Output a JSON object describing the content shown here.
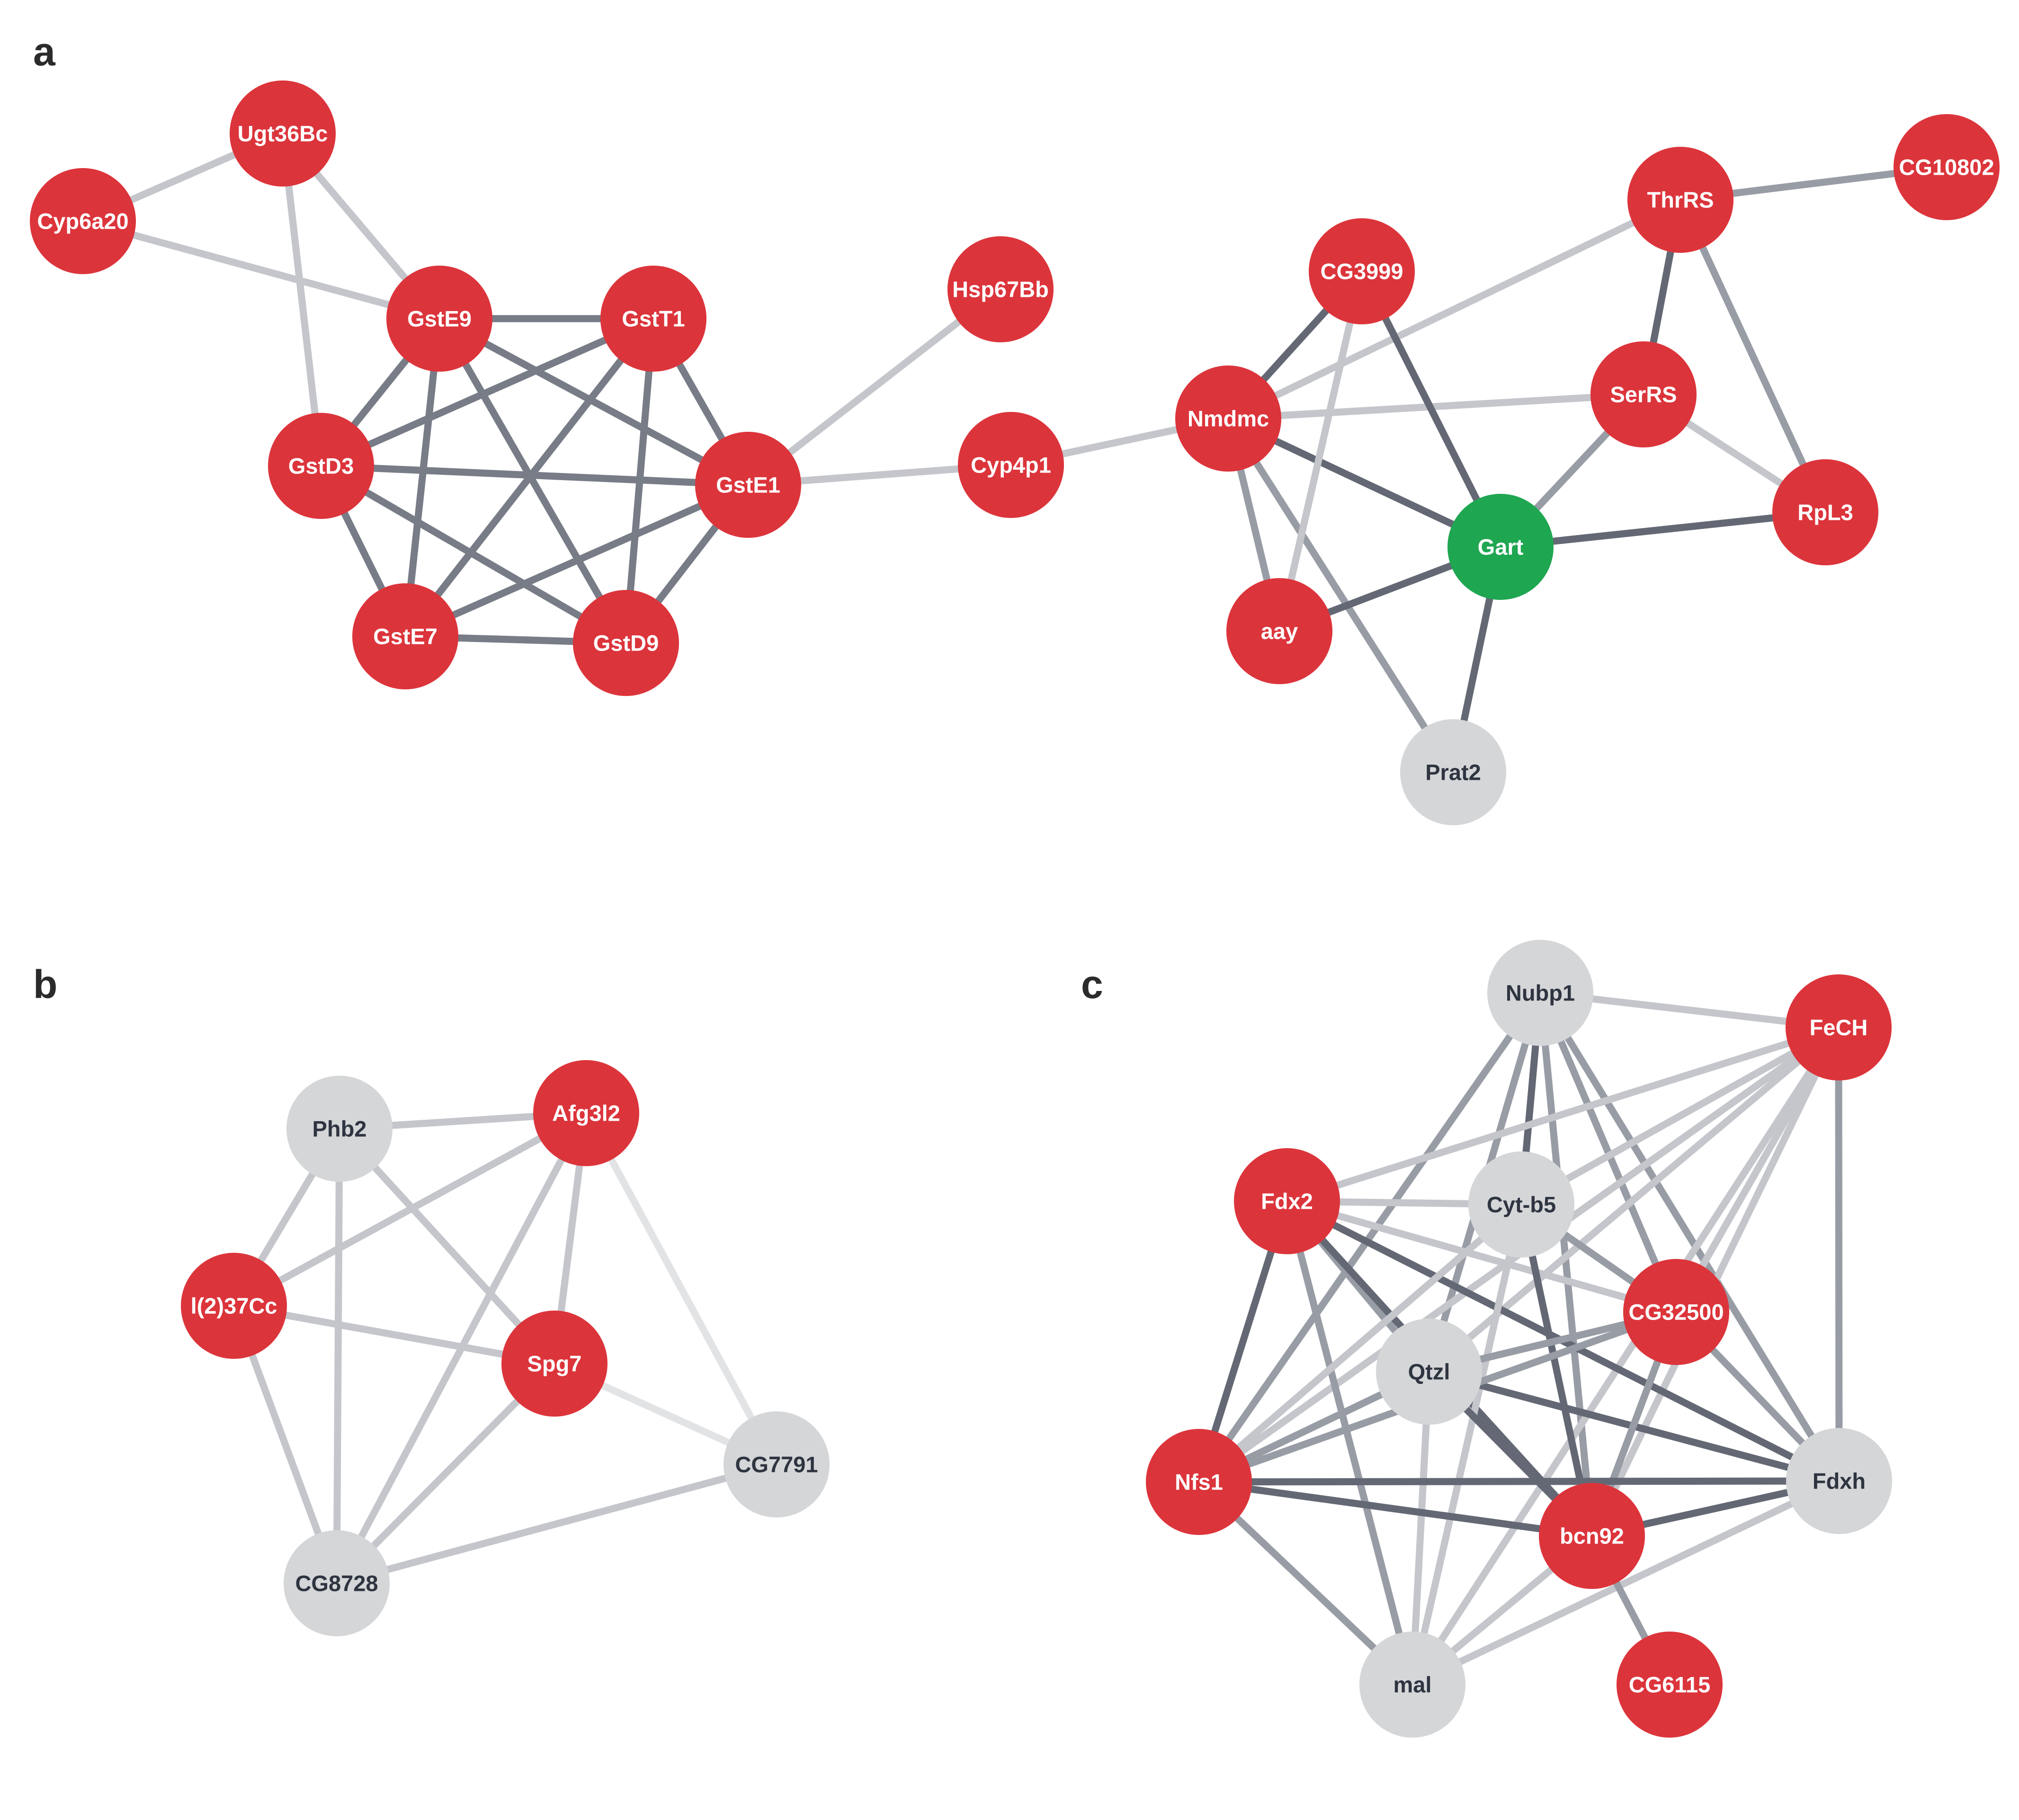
{
  "colors": {
    "highlight": "#dc343b",
    "center": "#1fa651",
    "neutral": "#d4d6d8",
    "text_light": "#ffffff",
    "text_dark": "#2e3440"
  },
  "panels": [
    {
      "label": "a",
      "nodes": [
        {
          "id": "Ugt36Bc",
          "label": "Ugt36Bc",
          "kind": "highlight"
        },
        {
          "id": "Cyp6a20",
          "label": "Cyp6a20",
          "kind": "highlight"
        },
        {
          "id": "GstE9",
          "label": "GstE9",
          "kind": "highlight"
        },
        {
          "id": "GstT1",
          "label": "GstT1",
          "kind": "highlight"
        },
        {
          "id": "GstD3",
          "label": "GstD3",
          "kind": "highlight"
        },
        {
          "id": "GstE1",
          "label": "GstE1",
          "kind": "highlight"
        },
        {
          "id": "GstE7",
          "label": "GstE7",
          "kind": "highlight"
        },
        {
          "id": "GstD9",
          "label": "GstD9",
          "kind": "highlight"
        },
        {
          "id": "Hsp67Bb",
          "label": "Hsp67Bb",
          "kind": "highlight"
        },
        {
          "id": "Cyp4p1",
          "label": "Cyp4p1",
          "kind": "highlight"
        },
        {
          "id": "CG3999",
          "label": "CG3999",
          "kind": "highlight"
        },
        {
          "id": "ThrRS",
          "label": "ThrRS",
          "kind": "highlight"
        },
        {
          "id": "CG10802",
          "label": "CG10802",
          "kind": "highlight"
        },
        {
          "id": "Nmdmc",
          "label": "Nmdmc",
          "kind": "highlight"
        },
        {
          "id": "SerRS",
          "label": "SerRS",
          "kind": "highlight"
        },
        {
          "id": "RpL3",
          "label": "RpL3",
          "kind": "highlight"
        },
        {
          "id": "Gart",
          "label": "Gart",
          "kind": "center"
        },
        {
          "id": "aay",
          "label": "aay",
          "kind": "highlight"
        },
        {
          "id": "Prat2",
          "label": "Prat2",
          "kind": "neutral"
        }
      ],
      "edges": [
        {
          "source": "Ugt36Bc",
          "target": "Cyp6a20",
          "strength": "light"
        },
        {
          "source": "Ugt36Bc",
          "target": "GstE9",
          "strength": "light"
        },
        {
          "source": "Ugt36Bc",
          "target": "GstD3",
          "strength": "light"
        },
        {
          "source": "Cyp6a20",
          "target": "GstE9",
          "strength": "light"
        },
        {
          "source": "GstE9",
          "target": "GstT1",
          "strength": "dark"
        },
        {
          "source": "GstE9",
          "target": "GstD3",
          "strength": "dark"
        },
        {
          "source": "GstE9",
          "target": "GstE1",
          "strength": "dark"
        },
        {
          "source": "GstE9",
          "target": "GstE7",
          "strength": "dark"
        },
        {
          "source": "GstE9",
          "target": "GstD9",
          "strength": "dark"
        },
        {
          "source": "GstT1",
          "target": "GstD3",
          "strength": "dark"
        },
        {
          "source": "GstT1",
          "target": "GstE1",
          "strength": "dark"
        },
        {
          "source": "GstT1",
          "target": "GstE7",
          "strength": "dark"
        },
        {
          "source": "GstT1",
          "target": "GstD9",
          "strength": "dark"
        },
        {
          "source": "GstD3",
          "target": "GstE1",
          "strength": "dark"
        },
        {
          "source": "GstD3",
          "target": "GstE7",
          "strength": "dark"
        },
        {
          "source": "GstD3",
          "target": "GstD9",
          "strength": "dark"
        },
        {
          "source": "GstE1",
          "target": "GstE7",
          "strength": "dark"
        },
        {
          "source": "GstE1",
          "target": "GstD9",
          "strength": "dark"
        },
        {
          "source": "GstE7",
          "target": "GstD9",
          "strength": "dark"
        },
        {
          "source": "GstE1",
          "target": "Hsp67Bb",
          "strength": "light"
        },
        {
          "source": "GstE1",
          "target": "Cyp4p1",
          "strength": "light"
        },
        {
          "source": "Cyp4p1",
          "target": "Nmdmc",
          "strength": "light"
        },
        {
          "source": "Nmdmc",
          "target": "CG3999",
          "strength": "darker"
        },
        {
          "source": "Nmdmc",
          "target": "ThrRS",
          "strength": "light"
        },
        {
          "source": "Nmdmc",
          "target": "SerRS",
          "strength": "light"
        },
        {
          "source": "Nmdmc",
          "target": "Gart",
          "strength": "darker"
        },
        {
          "source": "Nmdmc",
          "target": "aay",
          "strength": "medium"
        },
        {
          "source": "Nmdmc",
          "target": "Prat2",
          "strength": "medium"
        },
        {
          "source": "CG3999",
          "target": "Gart",
          "strength": "darker"
        },
        {
          "source": "CG3999",
          "target": "aay",
          "strength": "light"
        },
        {
          "source": "ThrRS",
          "target": "CG10802",
          "strength": "medium"
        },
        {
          "source": "ThrRS",
          "target": "SerRS",
          "strength": "darker"
        },
        {
          "source": "ThrRS",
          "target": "RpL3",
          "strength": "medium"
        },
        {
          "source": "SerRS",
          "target": "Gart",
          "strength": "medium"
        },
        {
          "source": "SerRS",
          "target": "RpL3",
          "strength": "light"
        },
        {
          "source": "Gart",
          "target": "RpL3",
          "strength": "darker"
        },
        {
          "source": "Gart",
          "target": "aay",
          "strength": "darker"
        },
        {
          "source": "Gart",
          "target": "Prat2",
          "strength": "darker"
        }
      ]
    },
    {
      "label": "b",
      "nodes": [
        {
          "id": "Phb2",
          "label": "Phb2",
          "kind": "neutral"
        },
        {
          "id": "Afg3l2",
          "label": "Afg3l2",
          "kind": "highlight"
        },
        {
          "id": "l(2)37Cc",
          "label": "l(2)37Cc",
          "kind": "highlight"
        },
        {
          "id": "Spg7",
          "label": "Spg7",
          "kind": "highlight"
        },
        {
          "id": "CG7791",
          "label": "CG7791",
          "kind": "neutral"
        },
        {
          "id": "CG8728",
          "label": "CG8728",
          "kind": "neutral"
        }
      ],
      "edges": [
        {
          "source": "Phb2",
          "target": "Afg3l2",
          "strength": "light"
        },
        {
          "source": "Phb2",
          "target": "l(2)37Cc",
          "strength": "light"
        },
        {
          "source": "Phb2",
          "target": "Spg7",
          "strength": "light"
        },
        {
          "source": "Phb2",
          "target": "CG8728",
          "strength": "light"
        },
        {
          "source": "Afg3l2",
          "target": "l(2)37Cc",
          "strength": "light"
        },
        {
          "source": "Afg3l2",
          "target": "Spg7",
          "strength": "light"
        },
        {
          "source": "Afg3l2",
          "target": "CG8728",
          "strength": "light"
        },
        {
          "source": "Afg3l2",
          "target": "CG7791",
          "strength": "faint"
        },
        {
          "source": "l(2)37Cc",
          "target": "Spg7",
          "strength": "light"
        },
        {
          "source": "l(2)37Cc",
          "target": "CG8728",
          "strength": "light"
        },
        {
          "source": "Spg7",
          "target": "CG8728",
          "strength": "light"
        },
        {
          "source": "Spg7",
          "target": "CG7791",
          "strength": "faint"
        },
        {
          "source": "CG8728",
          "target": "CG7791",
          "strength": "light"
        }
      ]
    },
    {
      "label": "c",
      "nodes": [
        {
          "id": "Nubp1",
          "label": "Nubp1",
          "kind": "neutral"
        },
        {
          "id": "FeCH",
          "label": "FeCH",
          "kind": "highlight"
        },
        {
          "id": "Fdx2",
          "label": "Fdx2",
          "kind": "highlight"
        },
        {
          "id": "Cyt-b5",
          "label": "Cyt-b5",
          "kind": "neutral"
        },
        {
          "id": "CG32500",
          "label": "CG32500",
          "kind": "highlight"
        },
        {
          "id": "Qtzl",
          "label": "Qtzl",
          "kind": "neutral"
        },
        {
          "id": "Nfs1",
          "label": "Nfs1",
          "kind": "highlight"
        },
        {
          "id": "Fdxh",
          "label": "Fdxh",
          "kind": "neutral"
        },
        {
          "id": "bcn92",
          "label": "bcn92",
          "kind": "highlight"
        },
        {
          "id": "mal",
          "label": "mal",
          "kind": "neutral"
        },
        {
          "id": "CG6115",
          "label": "CG6115",
          "kind": "highlight"
        }
      ],
      "edges": [
        {
          "source": "Nubp1",
          "target": "FeCH",
          "strength": "light"
        },
        {
          "source": "Nubp1",
          "target": "Cyt-b5",
          "strength": "darker"
        },
        {
          "source": "Nubp1",
          "target": "Qtzl",
          "strength": "medium"
        },
        {
          "source": "Nubp1",
          "target": "Nfs1",
          "strength": "medium"
        },
        {
          "source": "Nubp1",
          "target": "CG32500",
          "strength": "medium"
        },
        {
          "source": "Nubp1",
          "target": "Fdxh",
          "strength": "medium"
        },
        {
          "source": "Nubp1",
          "target": "bcn92",
          "strength": "medium"
        },
        {
          "source": "FeCH",
          "target": "Fdx2",
          "strength": "light"
        },
        {
          "source": "FeCH",
          "target": "Cyt-b5",
          "strength": "light"
        },
        {
          "source": "FeCH",
          "target": "Qtzl",
          "strength": "light"
        },
        {
          "source": "FeCH",
          "target": "Nfs1",
          "strength": "light"
        },
        {
          "source": "FeCH",
          "target": "CG32500",
          "strength": "light"
        },
        {
          "source": "FeCH",
          "target": "Fdxh",
          "strength": "medium"
        },
        {
          "source": "FeCH",
          "target": "bcn92",
          "strength": "light"
        },
        {
          "source": "FeCH",
          "target": "mal",
          "strength": "light"
        },
        {
          "source": "Fdx2",
          "target": "Cyt-b5",
          "strength": "light"
        },
        {
          "source": "Fdx2",
          "target": "CG32500",
          "strength": "light"
        },
        {
          "source": "Fdx2",
          "target": "Qtzl",
          "strength": "medium"
        },
        {
          "source": "Fdx2",
          "target": "Nfs1",
          "strength": "darker"
        },
        {
          "source": "Fdx2",
          "target": "Fdxh",
          "strength": "darker"
        },
        {
          "source": "Fdx2",
          "target": "bcn92",
          "strength": "darker"
        },
        {
          "source": "Fdx2",
          "target": "mal",
          "strength": "medium"
        },
        {
          "source": "Cyt-b5",
          "target": "CG32500",
          "strength": "medium"
        },
        {
          "source": "Cyt-b5",
          "target": "Nfs1",
          "strength": "light"
        },
        {
          "source": "Cyt-b5",
          "target": "mal",
          "strength": "light"
        },
        {
          "source": "Cyt-b5",
          "target": "bcn92",
          "strength": "darker"
        },
        {
          "source": "Qtzl",
          "target": "CG32500",
          "strength": "medium"
        },
        {
          "source": "Qtzl",
          "target": "Nfs1",
          "strength": "medium"
        },
        {
          "source": "Qtzl",
          "target": "Fdxh",
          "strength": "darker"
        },
        {
          "source": "Qtzl",
          "target": "bcn92",
          "strength": "darker"
        },
        {
          "source": "Qtzl",
          "target": "mal",
          "strength": "light"
        },
        {
          "source": "CG32500",
          "target": "Nfs1",
          "strength": "medium"
        },
        {
          "source": "CG32500",
          "target": "Fdxh",
          "strength": "medium"
        },
        {
          "source": "CG32500",
          "target": "bcn92",
          "strength": "medium"
        },
        {
          "source": "Nfs1",
          "target": "Fdxh",
          "strength": "darker"
        },
        {
          "source": "Nfs1",
          "target": "bcn92",
          "strength": "darker"
        },
        {
          "source": "Nfs1",
          "target": "mal",
          "strength": "medium"
        },
        {
          "source": "Fdxh",
          "target": "bcn92",
          "strength": "darker"
        },
        {
          "source": "Fdxh",
          "target": "mal",
          "strength": "light"
        },
        {
          "source": "bcn92",
          "target": "CG6115",
          "strength": "medium"
        },
        {
          "source": "bcn92",
          "target": "mal",
          "strength": "light"
        }
      ]
    }
  ]
}
